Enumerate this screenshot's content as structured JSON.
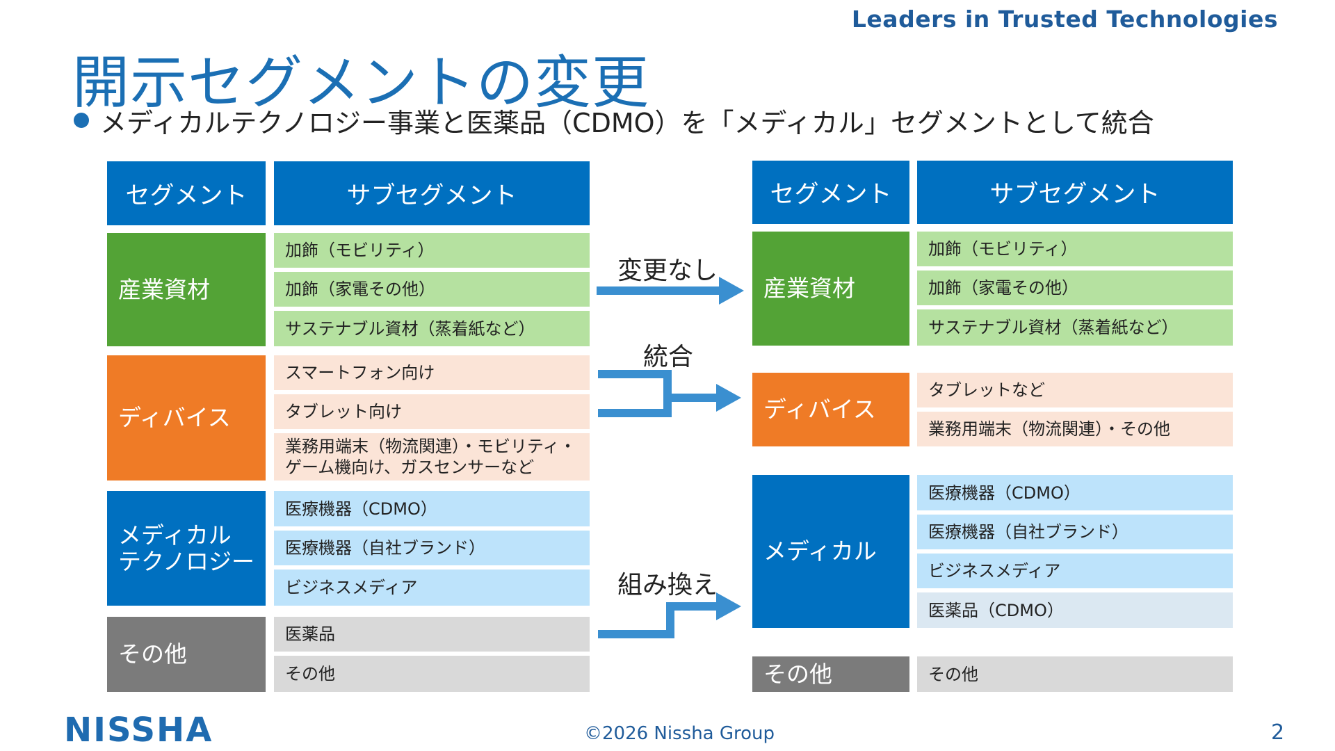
{
  "header": {
    "tagline": "Leaders in Trusted Technologies",
    "title": "開示セグメントの変更",
    "bullet": "メディカルテクノロジー事業と医薬品（CDMO）を「メディカル」セグメントとして統合"
  },
  "left_table": {
    "col_segment": "セグメント",
    "col_subsegment": "サブセグメント",
    "groups": [
      {
        "segment": "産業資材",
        "subs": [
          "加飾（モビリティ）",
          "加飾（家電その他）",
          "サステナブル資材（蒸着紙など）"
        ]
      },
      {
        "segment": "ディバイス",
        "subs": [
          "スマートフォン向け",
          "タブレット向け",
          "業務用端末（物流関連）・モビリティ・",
          "ゲーム機向け、ガスセンサーなど"
        ]
      },
      {
        "segment_line1": "メディカル",
        "segment_line2": "テクノロジー",
        "subs": [
          "医療機器（CDMO）",
          "医療機器（自社ブランド）",
          "ビジネスメディア"
        ]
      },
      {
        "segment": "その他",
        "subs": [
          "医薬品",
          "その他"
        ]
      }
    ]
  },
  "right_table": {
    "col_segment": "セグメント",
    "col_subsegment": "サブセグメント",
    "groups": [
      {
        "segment": "産業資材",
        "subs": [
          "加飾（モビリティ）",
          "加飾（家電その他）",
          "サステナブル資材（蒸着紙など）"
        ]
      },
      {
        "segment": "ディバイス",
        "subs": [
          "タブレットなど",
          "業務用端末（物流関連）・その他"
        ]
      },
      {
        "segment": "メディカル",
        "subs": [
          "医療機器（CDMO）",
          "医療機器（自社ブランド）",
          "ビジネスメディア",
          "医薬品（CDMO）"
        ]
      },
      {
        "segment": "その他",
        "subs": [
          "その他"
        ]
      }
    ]
  },
  "arrows": {
    "no_change": "変更なし",
    "merge": "統合",
    "reorg": "組み換え"
  },
  "footer": {
    "logo": "NISSHA",
    "copyright": "©2026 Nissha Group",
    "page": "2"
  },
  "colors": {
    "brand_blue": "#0070c0",
    "green": "#53a336",
    "orange": "#ef7b26",
    "gray": "#7b7b7b",
    "arrow": "#3a8fd0"
  }
}
